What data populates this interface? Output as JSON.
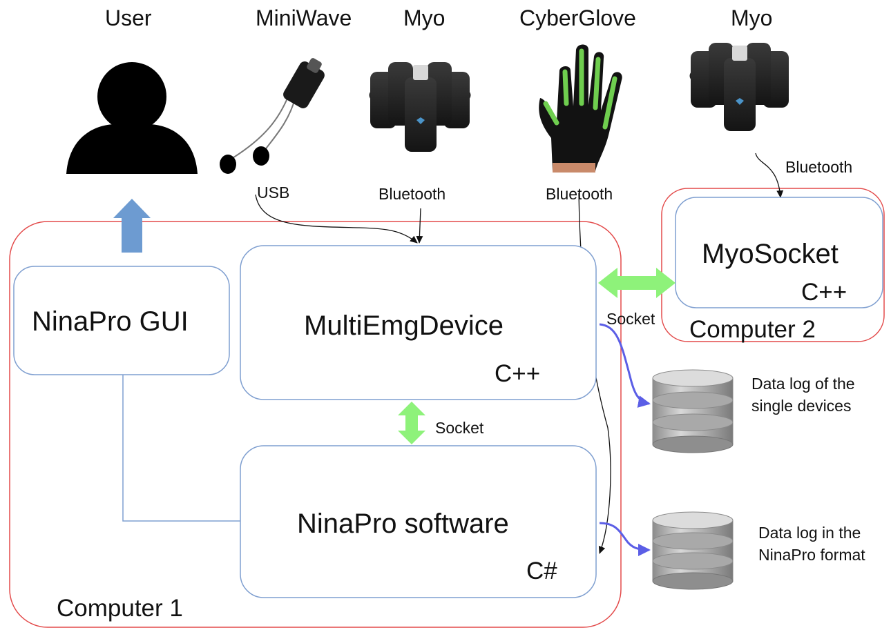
{
  "devices": {
    "user": "User",
    "miniwave": "MiniWave",
    "myo1": "Myo",
    "cyberglove": "CyberGlove",
    "myo2": "Myo"
  },
  "links": {
    "usb": "USB",
    "bluetooth_myo1": "Bluetooth",
    "bluetooth_glove": "Bluetooth",
    "bluetooth_myo2": "Bluetooth",
    "socket_internal": "Socket",
    "socket_external": "Socket"
  },
  "computers": {
    "computer1": "Computer 1",
    "computer2": "Computer 2"
  },
  "modules": {
    "gui": {
      "title": "NinaPro GUI"
    },
    "multi": {
      "title": "MultiEmgDevice",
      "lang": "C++"
    },
    "software": {
      "title": "NinaPro software",
      "lang": "C#"
    },
    "myosocket": {
      "title": "MyoSocket",
      "lang": "C++"
    }
  },
  "logs": {
    "single": "Data log of the single devices",
    "ninapro": "Data log in the NinaPro format"
  },
  "colors": {
    "computer_border": "#e34a4a",
    "module_border": "#7f9fd0",
    "user_arrow": "#6d9bd1",
    "socket_arrow": "#8ef27a",
    "log_arrow": "#5b5ee6",
    "database": "#b9b9b9"
  },
  "icons": {
    "user": "person-silhouette-icon",
    "miniwave": "miniwave-sensor-icon",
    "myo": "myo-armband-icon",
    "cyberglove": "cyberglove-icon",
    "database": "database-icon"
  }
}
